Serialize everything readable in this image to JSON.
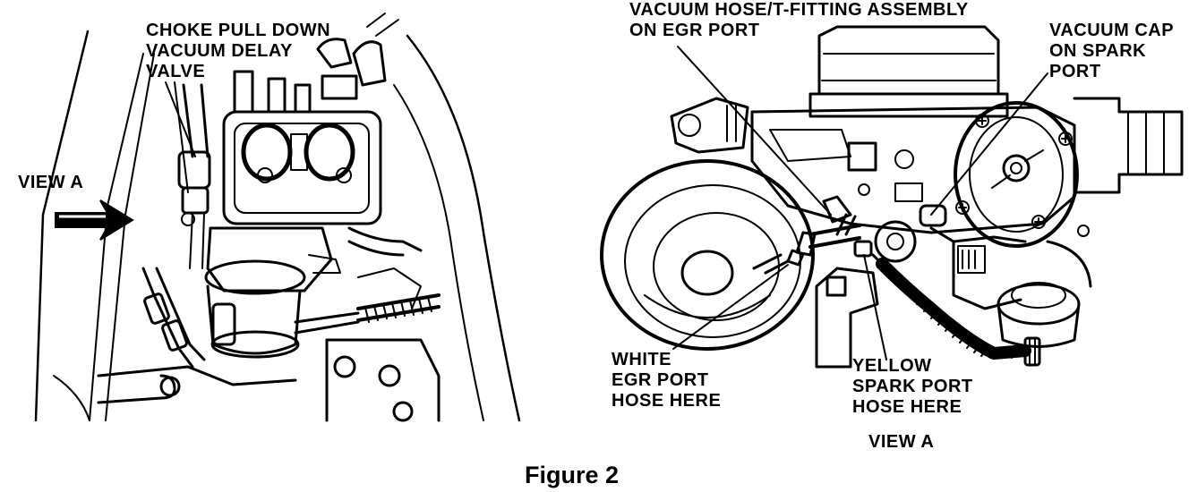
{
  "left_view": {
    "labels": {
      "choke_valve_line1": "CHOKE PULL DOWN",
      "choke_valve_line2": "VACUUM DELAY",
      "choke_valve_line3": "VALVE",
      "view_a": "VIEW A"
    }
  },
  "right_view": {
    "labels": {
      "vacuum_hose_line1": "VACUUM HOSE/T-FITTING ASSEMBLY",
      "vacuum_hose_line2": "ON EGR PORT",
      "vacuum_cap_line1": "VACUUM CAP",
      "vacuum_cap_line2": "ON SPARK",
      "vacuum_cap_line3": "PORT",
      "white_egr_line1": "WHITE",
      "white_egr_line2": "EGR PORT",
      "white_egr_line3": "HOSE HERE",
      "yellow_spark_line1": "YELLOW",
      "yellow_spark_line2": "SPARK PORT",
      "yellow_spark_line3": "HOSE HERE",
      "view_a": "VIEW A"
    }
  },
  "caption": "Figure 2"
}
